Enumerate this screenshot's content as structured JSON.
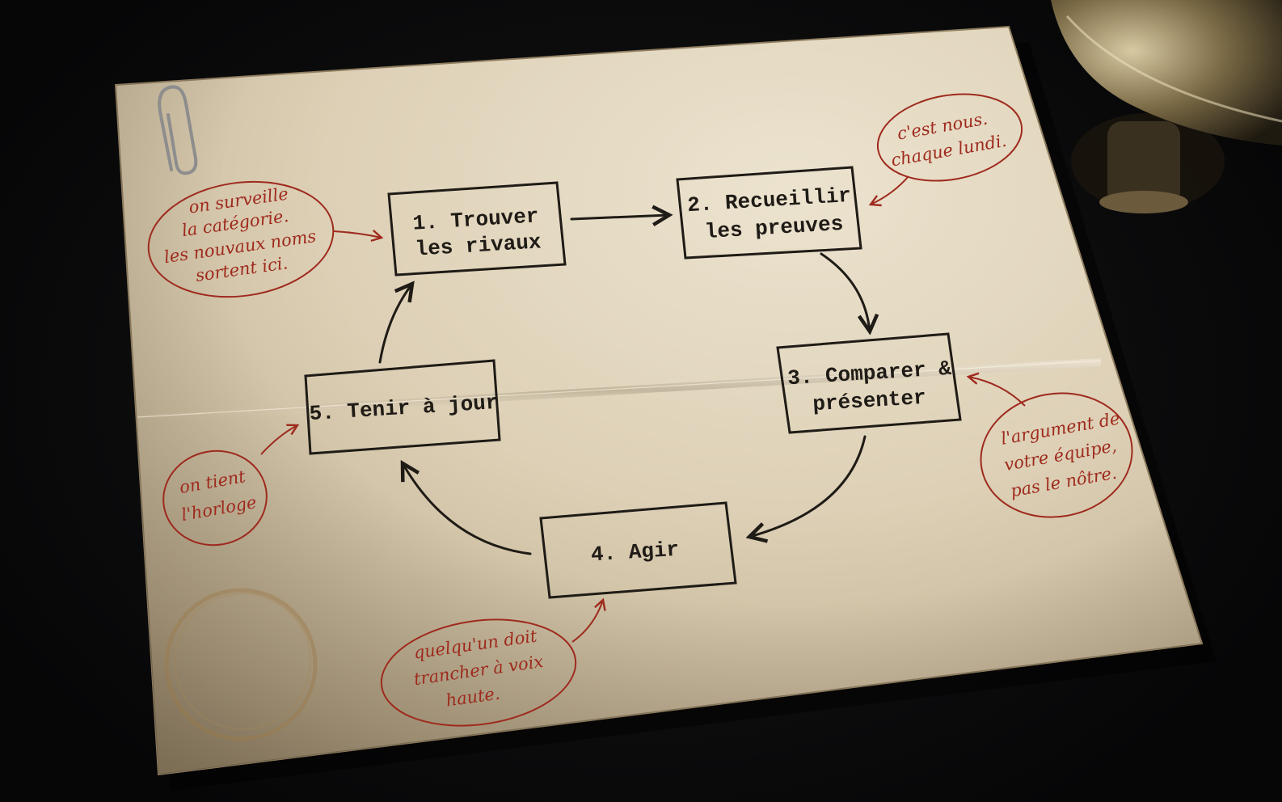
{
  "diagram": {
    "steps": [
      {
        "lines": [
          "1. Trouver",
          "les rivaux"
        ]
      },
      {
        "lines": [
          "2. Recueillir",
          "les preuves"
        ]
      },
      {
        "lines": [
          "3. Comparer &",
          "présenter"
        ]
      },
      {
        "lines": [
          "4. Agir"
        ]
      },
      {
        "lines": [
          "5. Tenir à jour"
        ]
      }
    ],
    "notes": [
      {
        "lines": [
          "on surveille",
          "la catégorie.",
          "les nouvaux noms",
          "sortent ici."
        ]
      },
      {
        "lines": [
          "c'est nous.",
          "chaque lundi."
        ]
      },
      {
        "lines": [
          "l'argument de",
          "votre équipe,",
          "pas le nôtre."
        ]
      },
      {
        "lines": [
          "quelqu'un doit",
          "trancher à voix",
          "haute."
        ]
      },
      {
        "lines": [
          "on tient",
          "l'horloge"
        ]
      }
    ],
    "colors": {
      "ink": "#1f1b16",
      "annotation": "#9e2a1d",
      "paper": "#d9cdb5"
    },
    "icons": [
      "paperclip-icon",
      "coffee-ring-icon",
      "desk-lamp-icon"
    ]
  }
}
